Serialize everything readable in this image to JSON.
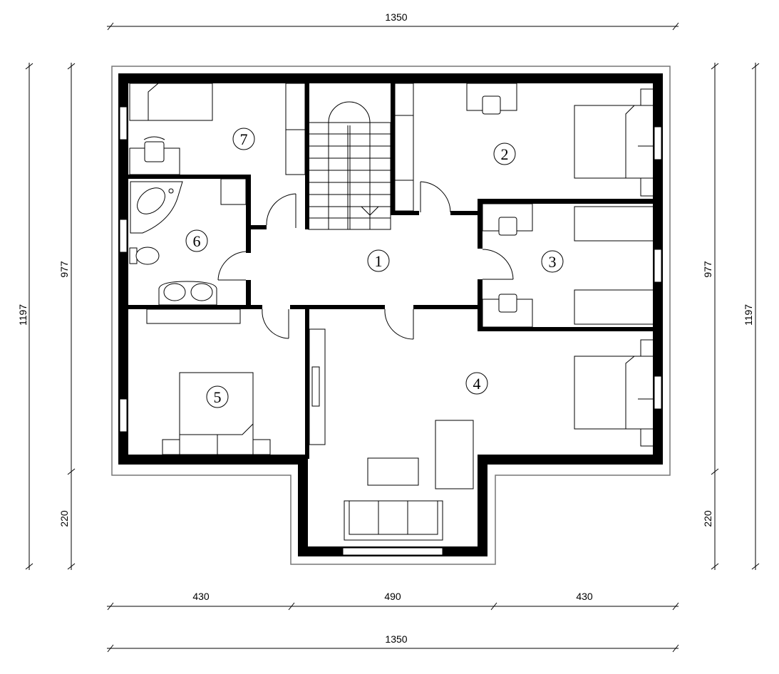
{
  "title": "Floor plan - upper floor",
  "dimensions": {
    "top_total": "1350",
    "bottom_segments": [
      "430",
      "490",
      "430"
    ],
    "bottom_total": "1350",
    "left_total": "1197",
    "left_main": "977",
    "left_bay": "220",
    "right_main": "977",
    "right_bay": "220",
    "right_total": "1197"
  },
  "rooms": [
    {
      "number": "1"
    },
    {
      "number": "2"
    },
    {
      "number": "3"
    },
    {
      "number": "4"
    },
    {
      "number": "5"
    },
    {
      "number": "6"
    },
    {
      "number": "7"
    }
  ]
}
